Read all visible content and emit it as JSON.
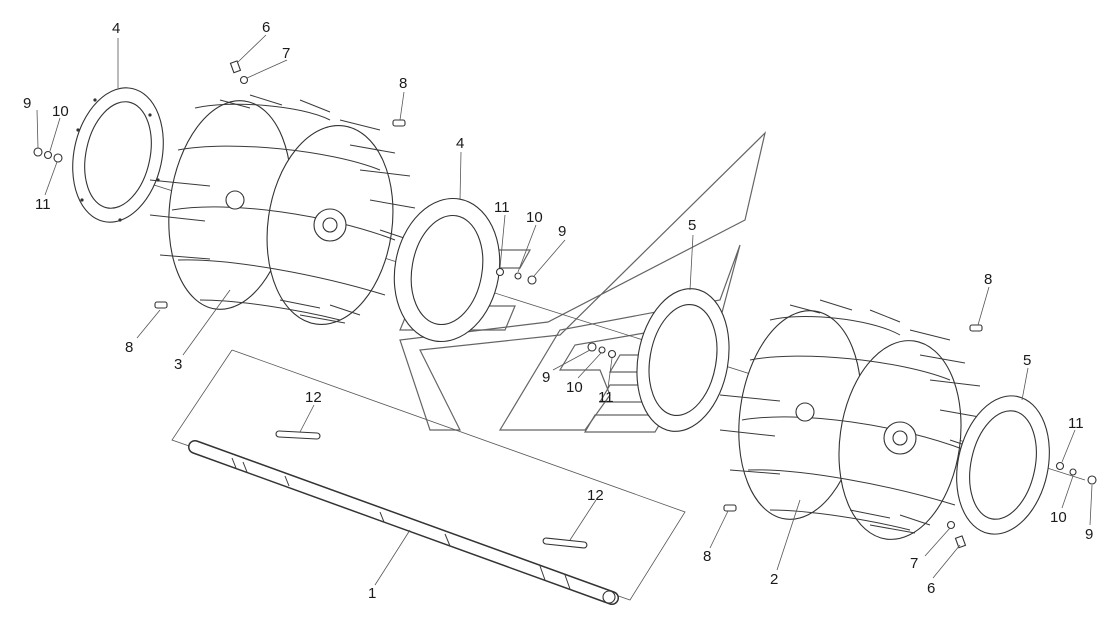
{
  "drawing": {
    "labels": [
      {
        "id": "l4a",
        "text": "4"
      },
      {
        "id": "l6a",
        "text": "6"
      },
      {
        "id": "l7a",
        "text": "7"
      },
      {
        "id": "l8a",
        "text": "8"
      },
      {
        "id": "l9a",
        "text": "9"
      },
      {
        "id": "l10a",
        "text": "10"
      },
      {
        "id": "l11a",
        "text": "11"
      },
      {
        "id": "l8b",
        "text": "8"
      },
      {
        "id": "l3",
        "text": "3"
      },
      {
        "id": "l4b",
        "text": "4"
      },
      {
        "id": "l11b",
        "text": "11"
      },
      {
        "id": "l10b",
        "text": "10"
      },
      {
        "id": "l9b",
        "text": "9"
      },
      {
        "id": "l5a",
        "text": "5"
      },
      {
        "id": "l9c",
        "text": "9"
      },
      {
        "id": "l10c",
        "text": "10"
      },
      {
        "id": "l11c",
        "text": "11"
      },
      {
        "id": "l12a",
        "text": "12"
      },
      {
        "id": "l12b",
        "text": "12"
      },
      {
        "id": "l1",
        "text": "1"
      },
      {
        "id": "l8c",
        "text": "8"
      },
      {
        "id": "l5b",
        "text": "5"
      },
      {
        "id": "l11d",
        "text": "11"
      },
      {
        "id": "l10d",
        "text": "10"
      },
      {
        "id": "l9d",
        "text": "9"
      },
      {
        "id": "l8d",
        "text": "8"
      },
      {
        "id": "l2",
        "text": "2"
      },
      {
        "id": "l7b",
        "text": "7"
      },
      {
        "id": "l6b",
        "text": "6"
      }
    ]
  }
}
